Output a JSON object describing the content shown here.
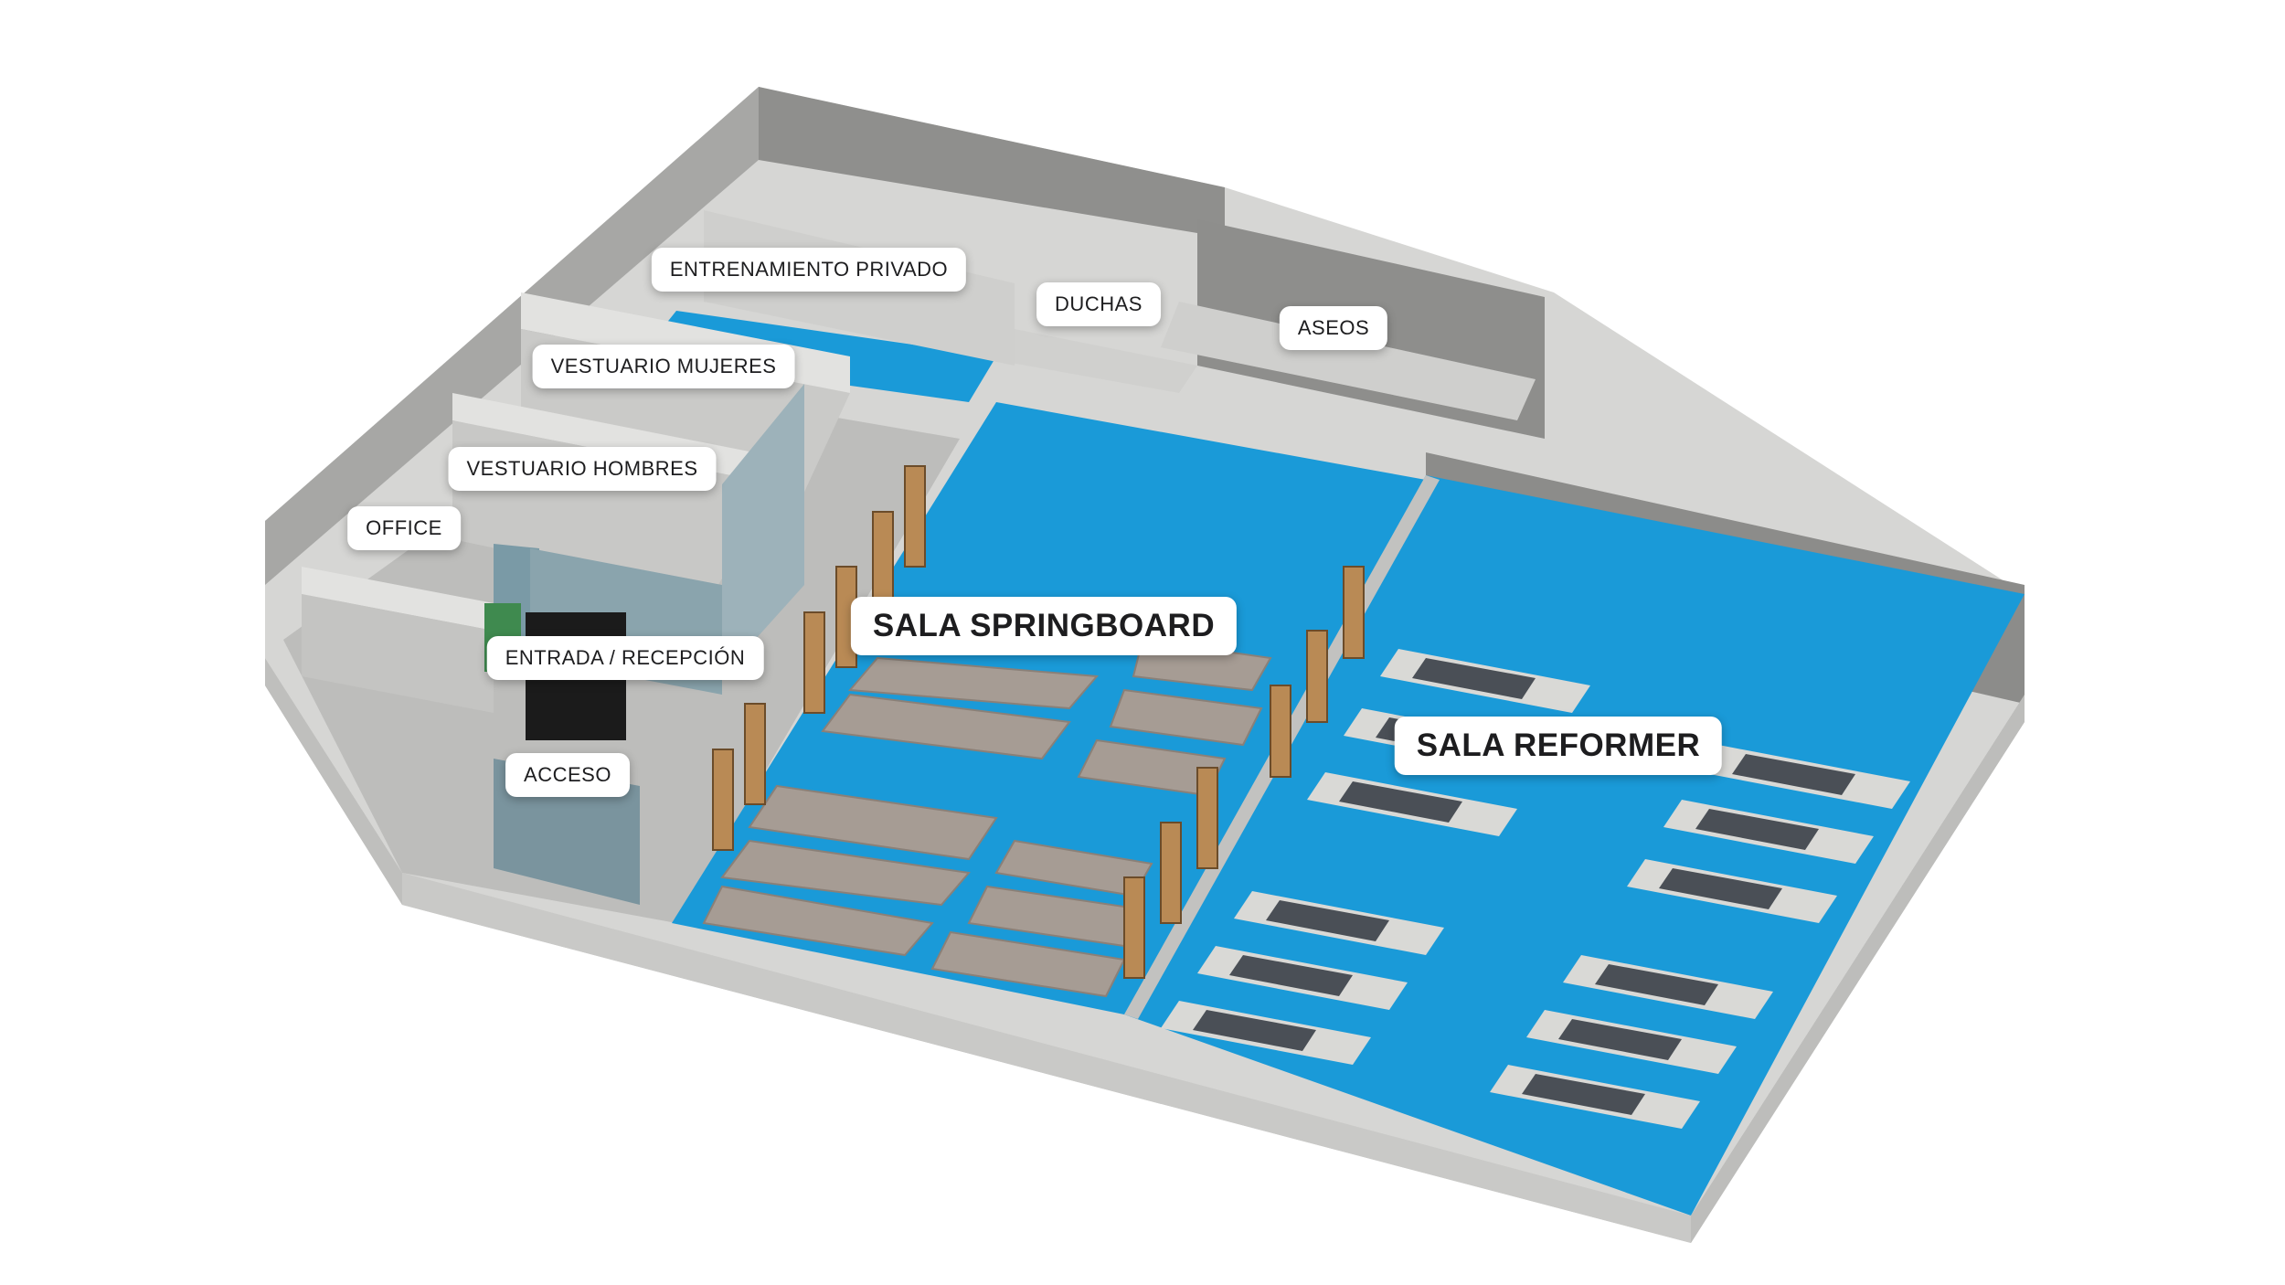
{
  "labels": {
    "entrenamiento": "ENTRENAMIENTO PRIVADO",
    "duchas": "DUCHAS",
    "aseos": "ASEOS",
    "vestuario_mujeres": "VESTUARIO MUJERES",
    "vestuario_hombres": "VESTUARIO HOMBRES",
    "office": "OFFICE",
    "entrada": "ENTRADA / RECEPCIÓN",
    "acceso": "ACCESO",
    "sala_springboard": "SALA SPRINGBOARD",
    "sala_reformer": "SALA REFORMER"
  },
  "colors": {
    "floor_blue": "#1a9ad8",
    "wall_gray": "#8c8c8a",
    "wall_light": "#cfcfcd",
    "corridor": "#bdbdbb",
    "glass": "#7a9aa6",
    "mat": "#a69c94",
    "wood": "#b98a55",
    "reformer_frame": "#d9d9d6",
    "reformer_pad": "#4a4f56",
    "cabinet": "#1b1b1b",
    "plant": "#3f8a4f"
  }
}
